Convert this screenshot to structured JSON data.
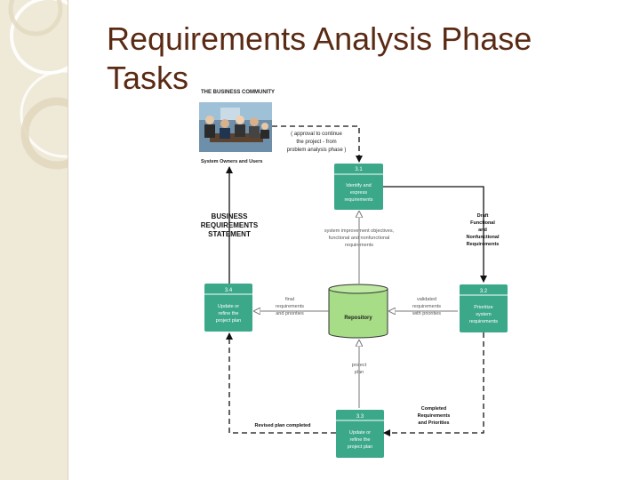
{
  "slide": {
    "title_line1": "Requirements Analysis Phase",
    "title_line2": "Tasks"
  },
  "diagram": {
    "business_community": "THE BUSINESS COMMUNITY",
    "system_owners_users": "System Owners and Users",
    "approval_note": [
      "( approval to continue",
      "the project - from",
      "problem analysis phase )"
    ],
    "business_statement": [
      "BUSINESS",
      "REQUIREMENTS",
      "STATEMENT"
    ],
    "draft_note": [
      "Draft",
      "Functional",
      "and",
      "Nonfunctional",
      "Requirements"
    ],
    "objectives_note": [
      "system improvement objectives,",
      "functional and nonfunctional",
      "requirements"
    ],
    "final_note": [
      "final",
      "requirements",
      "and priorities"
    ],
    "validated_note": [
      "validated",
      "requirements",
      "with priorities"
    ],
    "project_plan_note": [
      "project",
      "plan"
    ],
    "completed_note": [
      "Completed",
      "Requirements",
      "and Priorities"
    ],
    "revised_note": "Revised plan completed",
    "repository_label": "Repository",
    "tasks": [
      {
        "id": "3.1",
        "lines": [
          "Identify and",
          "express",
          "requirements"
        ]
      },
      {
        "id": "3.2",
        "lines": [
          "Prioritize",
          "system",
          "requirements"
        ]
      },
      {
        "id": "3.3",
        "lines": [
          "Update or",
          "refine the",
          "project plan"
        ]
      },
      {
        "id": "3.4",
        "lines": [
          "Update or",
          "refine the",
          "project plan"
        ]
      }
    ]
  }
}
